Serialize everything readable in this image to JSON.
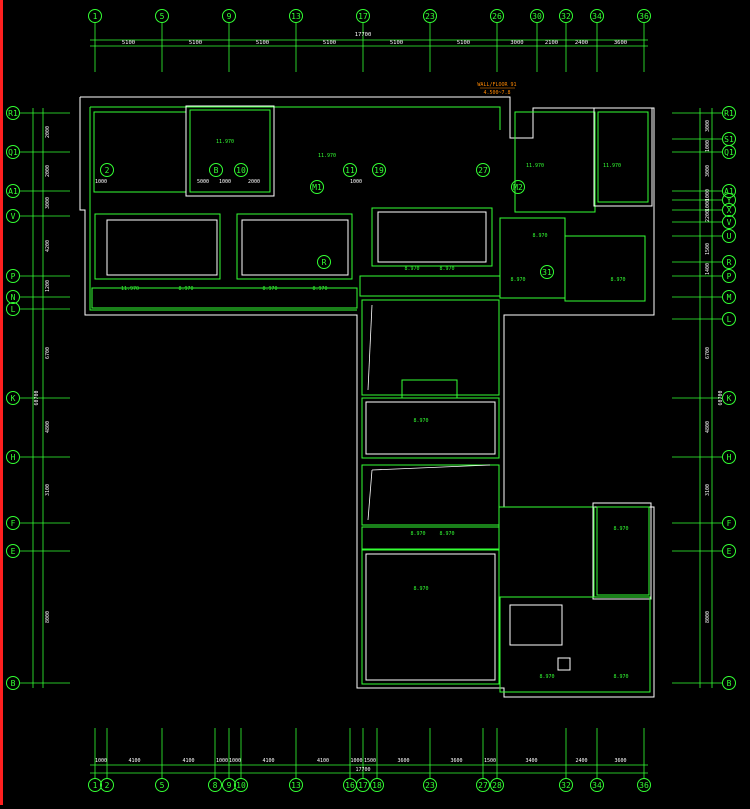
{
  "colors": {
    "background": "#000000",
    "grid": "#33ff33",
    "wall_outer": "#ffffff",
    "wall_inner": "#33ff33",
    "label": "#ffffff",
    "annotation": "#ff8800",
    "edge_bar": "#ff2020"
  },
  "top_axes": [
    "1",
    "5",
    "9",
    "13",
    "17",
    "23",
    "26",
    "30",
    "32",
    "34",
    "36"
  ],
  "top_dims": [
    "5100",
    "5100",
    "5100",
    "5100",
    "5100",
    "5100",
    "3000",
    "2100",
    "2400",
    "3600"
  ],
  "top_total": "17700",
  "bottom_axes": [
    "1",
    "2",
    "5",
    "8",
    "9",
    "10",
    "13",
    "16",
    "17",
    "18",
    "23",
    "27",
    "28",
    "32",
    "34",
    "36"
  ],
  "bottom_dims": [
    "1000",
    "4100",
    "4100",
    "1000",
    "1000",
    "4100",
    "4100",
    "1000",
    "1500",
    "3600",
    "3600",
    "1500",
    "3400",
    "2400",
    "3600"
  ],
  "bottom_total": "17700",
  "left_axes": [
    "R1",
    "Q1",
    "A1",
    "V",
    "P",
    "N",
    "L",
    "K",
    "H",
    "F",
    "E",
    "B"
  ],
  "left_dims": [
    "2000",
    "2000",
    "3000",
    "4200",
    "1200",
    "6700",
    "4800",
    "3100",
    "8000"
  ],
  "left_total": "60700",
  "right_axes": [
    "R1",
    "S1",
    "Q1",
    "A1",
    "Y",
    "X",
    "V",
    "U",
    "R",
    "P",
    "M",
    "L",
    "K",
    "H",
    "F",
    "E",
    "B"
  ],
  "right_dims": [
    "3000",
    "1000",
    "3000",
    "1000",
    "1000",
    "2200",
    "1500",
    "1400",
    "6700",
    "4800",
    "3100",
    "8000"
  ],
  "right_total": "60700",
  "plan": {
    "annotation": "WALL/FLOOR 91",
    "annotation_sub": "4.500~7.8",
    "elevation_labels": [
      "11.970",
      "11.970",
      "11.970",
      "11.970",
      "11.970",
      "8.970",
      "8.970",
      "8.970",
      "8.970",
      "8.970",
      "8.970",
      "8.970",
      "8.970",
      "8.970",
      "8.970",
      "8.970",
      "8.970",
      "8.970",
      "8.970",
      "8.970"
    ],
    "bubble_tags": [
      "2",
      "B",
      "10",
      "11",
      "19",
      "27",
      "R",
      "31",
      "M1",
      "M2"
    ],
    "dim_notes": [
      "1000",
      "5000",
      "1000",
      "2000",
      "1000"
    ]
  }
}
